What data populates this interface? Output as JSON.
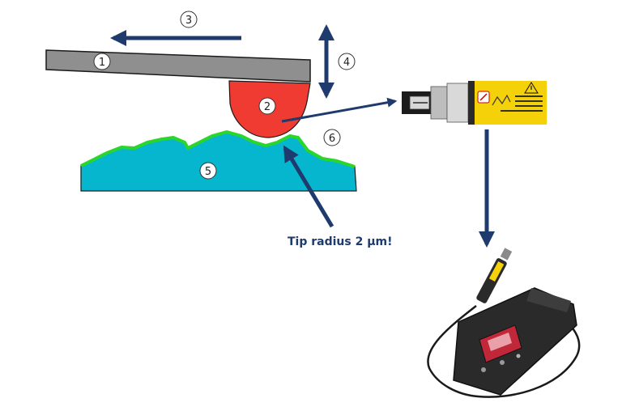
{
  "callouts": {
    "n1": "1",
    "n2": "2",
    "n3": "3",
    "n4": "4",
    "n5": "5",
    "n6": "6"
  },
  "caption": "Tip radius 2 µm!",
  "colors": {
    "arrow": "#1f3b6e",
    "cantilever": "#8f8f8f",
    "tip": "#ef3b32",
    "surface": "#06b6cf",
    "surface_edge": "#2bd62b",
    "probe_label": "#f5d10a",
    "device_body": "#2a2a2a"
  },
  "icons": {
    "probe": "stylus-probe-icon",
    "device": "roughness-tester-device-icon",
    "warning": "warning-triangle-icon"
  }
}
